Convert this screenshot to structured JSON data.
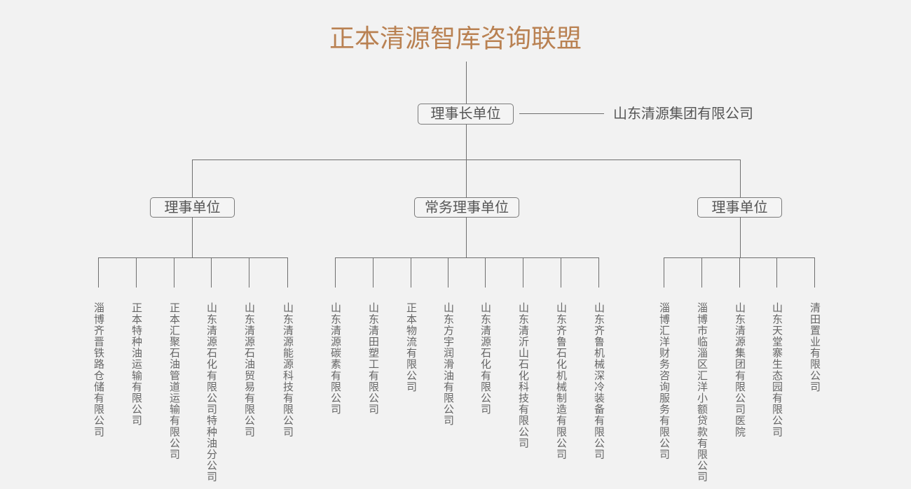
{
  "title": "正本清源智库咨询联盟",
  "chairman": {
    "label": "理事长单位",
    "company": "山东清源集团有限公司"
  },
  "groups": [
    {
      "label": "理事单位",
      "members": [
        "淄博齐晋铁路仓储有限公司",
        "正本特种油运输有限公司",
        "正本汇聚石油管道运输有限公司",
        "山东清源石化有限公司特种油分公司",
        "山东清源石油贸易有限公司",
        "山东清源能源科技有限公司"
      ]
    },
    {
      "label": "常务理事单位",
      "members": [
        "山东清源碳素有限公司",
        "山东清田塑工有限公司",
        "正本物流有限公司",
        "山东方宇润滑油有限公司",
        "山东清源石化有限公司",
        "山东清沂山石化科技有限公司",
        "山东齐鲁石化机械制造有限公司",
        "山东齐鲁机械深冷装备有限公司"
      ]
    },
    {
      "label": "理事单位",
      "members": [
        "淄博汇洋财务咨询服务有限公司",
        "淄博市临淄区汇洋小额贷款有限公司",
        "山东清源集团有限公司医院",
        "山东天堂寨生态园有限公司",
        "清田置业有限公司"
      ]
    }
  ],
  "colors": {
    "title": "#b98152",
    "line": "#6e6e6e",
    "background": "#f2f2f2"
  }
}
